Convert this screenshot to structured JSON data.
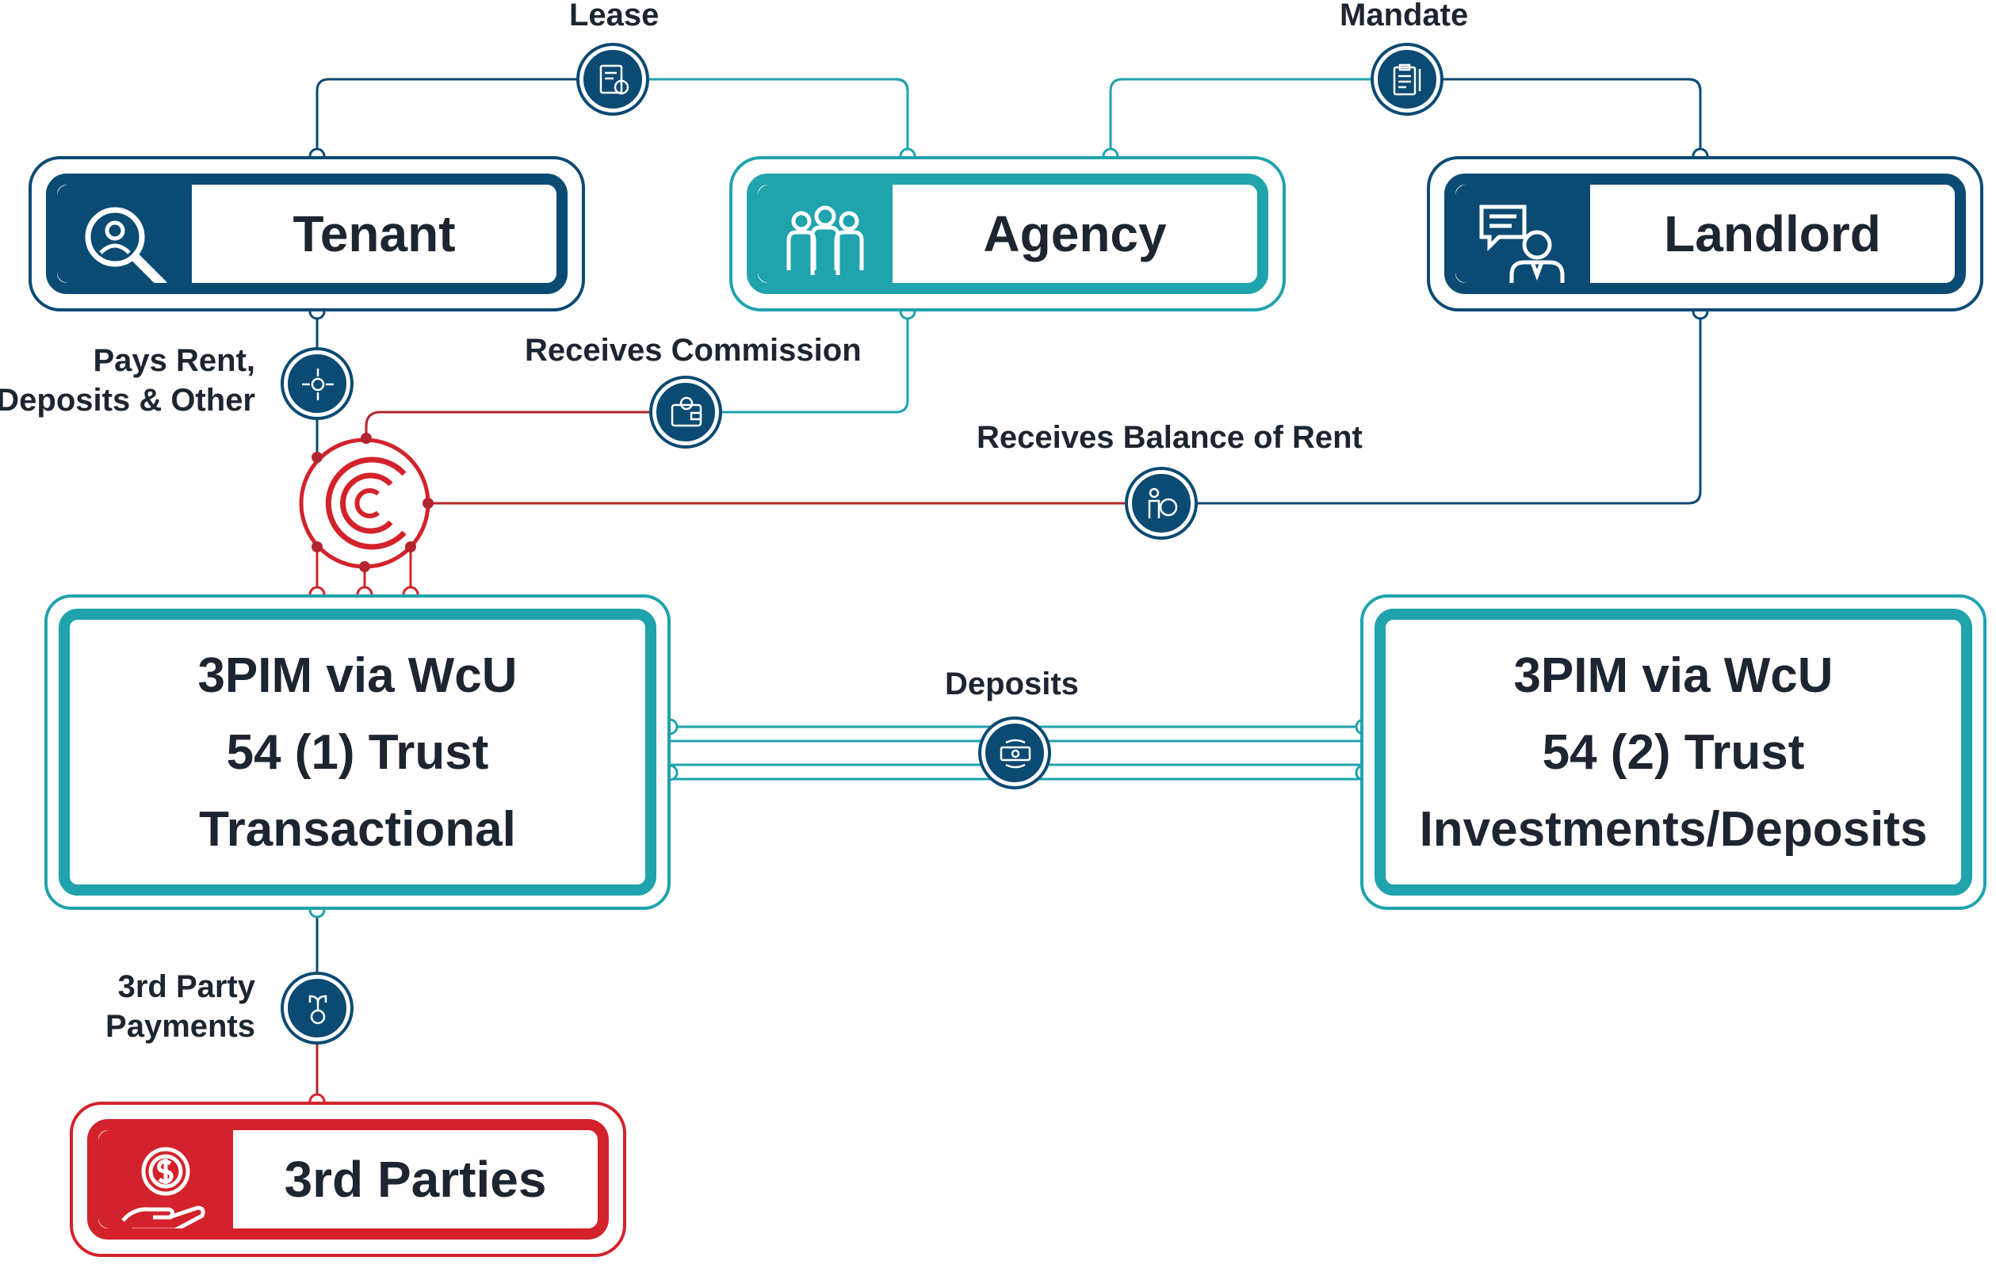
{
  "entities": {
    "tenant": {
      "label": "Tenant",
      "icon": "tenant-search-icon"
    },
    "agency": {
      "label": "Agency",
      "icon": "people-group-icon"
    },
    "landlord": {
      "label": "Landlord",
      "icon": "landlord-chat-icon"
    },
    "third_parties": {
      "label": "3rd Parties",
      "icon": "hand-coin-icon"
    }
  },
  "trusts": {
    "transactional": {
      "lines": [
        "3PIM via WcU",
        "54 (1) Trust",
        "Transactional"
      ]
    },
    "investments": {
      "lines": [
        "3PIM via WcU",
        "54 (2) Trust",
        "Investments/Deposits"
      ]
    }
  },
  "flows": {
    "lease": "Lease",
    "mandate": "Mandate",
    "pays_rent": [
      "Pays Rent,",
      "Deposits & Other"
    ],
    "receives_commission": "Receives Commission",
    "receives_balance": "Receives Balance of Rent",
    "deposits": "Deposits",
    "third_party_payments": [
      "3rd Party",
      "Payments"
    ]
  },
  "hub_icons": [
    "lease-document-icon",
    "mandate-clipboard-icon",
    "money-arrows-icon",
    "wallet-icon",
    "person-money-icon",
    "cash-exchange-icon",
    "money-split-icon",
    "c-logo-icon"
  ],
  "colors": {
    "navy": "#0b4a73",
    "teal": "#1fa3ac",
    "red": "#d3222b",
    "text": "#1c2530"
  }
}
